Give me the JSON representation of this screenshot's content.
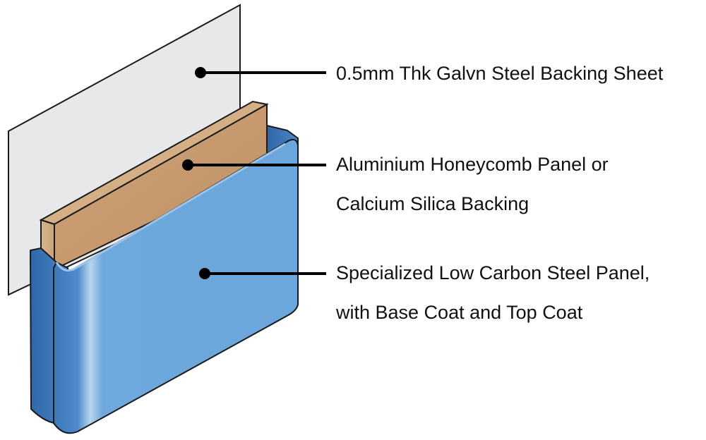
{
  "labels": {
    "backing_sheet": [
      "0.5mm Thk Galvn Steel Backing Sheet"
    ],
    "honeycomb_panel": [
      "Aluminium Honeycomb Panel or",
      "Calcium Silica Backing"
    ],
    "steel_panel": [
      "Specialized Low Carbon Steel Panel,",
      "with Base Coat and Top Coat"
    ]
  },
  "colors": {
    "backing_sheet": "#e8e8ea",
    "honeycomb_panel": "#c49a6c",
    "steel_panel": "#6aa6db",
    "steel_panel_dark": "#3a74b6",
    "outline": "#1a1a1a"
  }
}
